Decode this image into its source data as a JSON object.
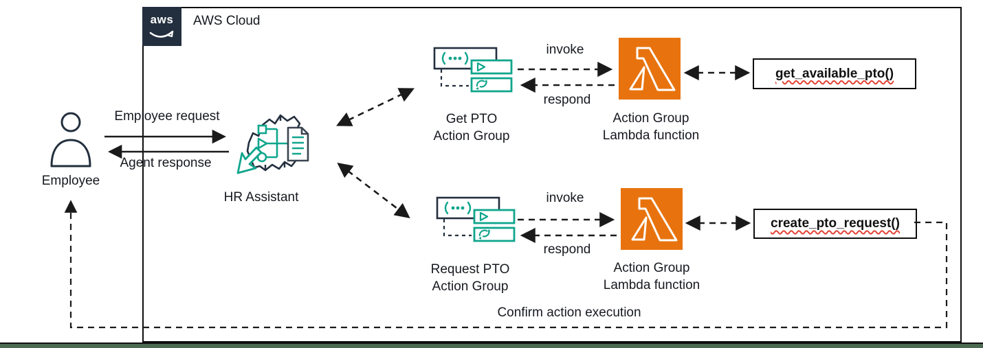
{
  "cloud": {
    "logo_text": "aws",
    "label": "AWS Cloud"
  },
  "employee": {
    "label": "Employee"
  },
  "hr_assistant": {
    "label": "HR Assistant"
  },
  "flow_labels": {
    "employee_request": "Employee request",
    "agent_response": "Agent response",
    "confirm": "Confirm action execution"
  },
  "top_branch": {
    "group_line1": "Get PTO",
    "group_line2": "Action Group",
    "invoke": "invoke",
    "respond": "respond",
    "lambda_line1": "Action Group",
    "lambda_line2": "Lambda function",
    "function_name": "get_available_pto()"
  },
  "bottom_branch": {
    "group_line1": "Request PTO",
    "group_line2": "Action Group",
    "invoke": "invoke",
    "respond": "respond",
    "lambda_line1": "Action Group",
    "lambda_line2": "Lambda function",
    "function_name": "create_pto_request()"
  },
  "icons": {
    "aws_logo": "aws-smile-logo",
    "employee": "person-outline-icon",
    "hr_assistant": "bedrock-agent-icon",
    "action_group": "action-group-icon",
    "lambda": "lambda-icon"
  },
  "colors": {
    "navy": "#232f3e",
    "teal": "#0fa58c",
    "lambda_orange": "#e8730e",
    "line_black": "#1a1a1a",
    "squiggle_red": "#e34234",
    "footer_green": "#4d6b52"
  }
}
